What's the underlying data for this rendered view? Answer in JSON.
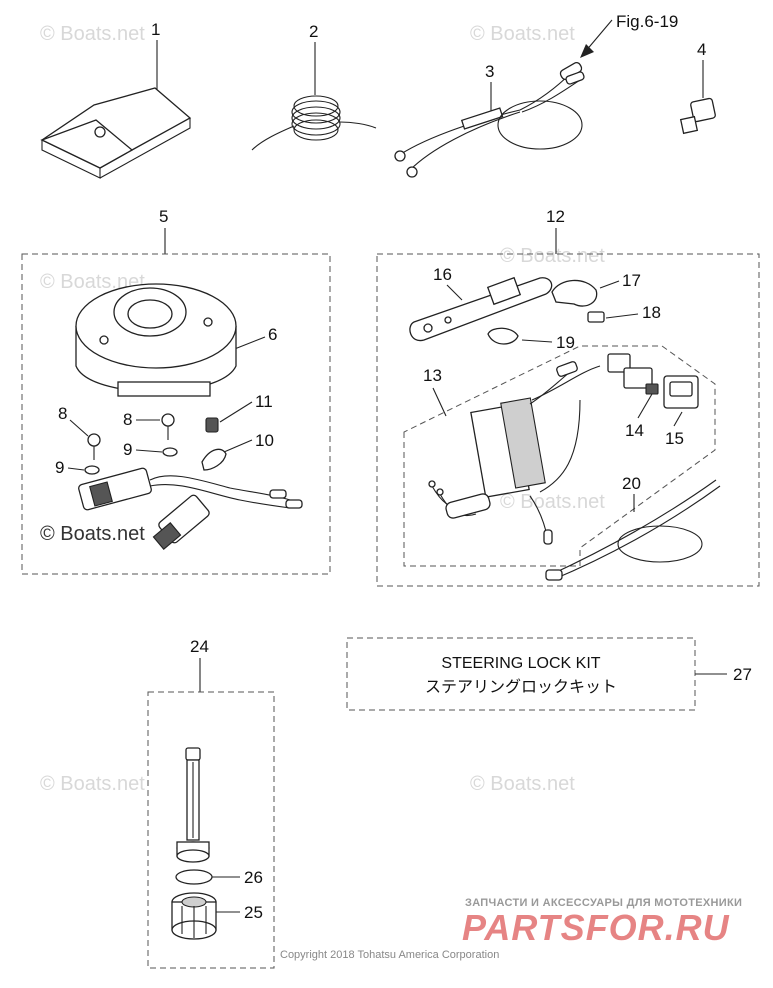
{
  "callouts": {
    "n1": "1",
    "n2": "2",
    "n3": "3",
    "n4": "4",
    "n5": "5",
    "n6": "6",
    "n8a": "8",
    "n8b": "8",
    "n9a": "9",
    "n9b": "9",
    "n10": "10",
    "n11": "11",
    "n12": "12",
    "n13": "13",
    "n14": "14",
    "n15": "15",
    "n16": "16",
    "n17": "17",
    "n18": "18",
    "n19": "19",
    "n20": "20",
    "n24": "24",
    "n25": "25",
    "n26": "26",
    "n27": "27"
  },
  "figure_ref": "Fig.6-19",
  "kit": {
    "title_en": "STEERING LOCK KIT",
    "title_jp": "ステアリングロックキット"
  },
  "watermarks": {
    "w1": "© Boats.net",
    "w2": "© Boats.net",
    "w3": "© Boats.net",
    "w4": "© Boats.net",
    "w5": "© Boats.net",
    "w6": "© Boats.net",
    "w7": "© Boats.net",
    "w8": "© Boats.net"
  },
  "copyright": "Copyright 2018 Tohatsu America Corporation",
  "brand": {
    "tagline": "ЗАПЧАСТИ И АКСЕССУАРЫ ДЛЯ МОТОТЕХНИКИ",
    "name": "PARTSFOR.RU"
  },
  "colors": {
    "brand_red": "#d32020",
    "watermark": "#d8d8d8"
  }
}
